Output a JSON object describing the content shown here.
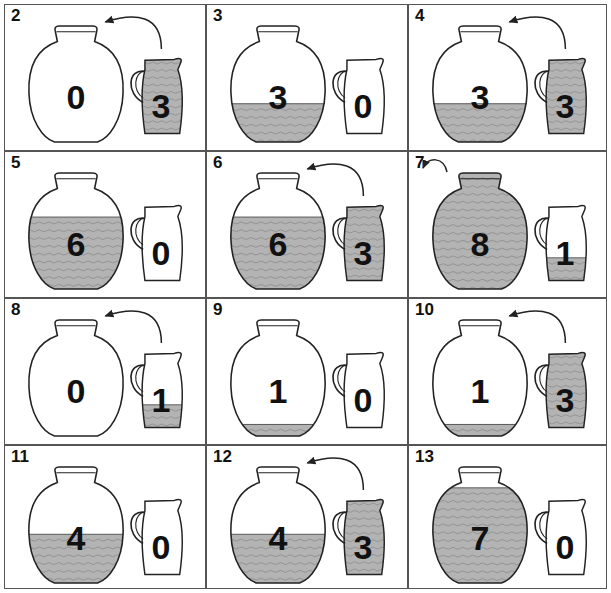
{
  "diagram": {
    "nodes": [
      {
        "text": [
          "2"
        ]
      },
      {
        "text": [
          "0"
        ],
        "in": 0
      },
      {
        "text": [
          "3"
        ],
        "in": 0
      },
      {
        "text": [
          "3"
        ]
      },
      {
        "text": [
          "3"
        ],
        "in": 3
      },
      {
        "text": [
          "0"
        ],
        "in": 3
      },
      {
        "text": [
          "4"
        ]
      },
      {
        "text": [
          "3"
        ],
        "in": 6
      },
      {
        "text": [
          "3"
        ],
        "in": 6
      },
      {
        "text": [
          "5"
        ]
      },
      {
        "text": [
          "6"
        ],
        "in": 9
      },
      {
        "text": [
          "0"
        ],
        "in": 9
      },
      {
        "text": [
          "6"
        ]
      },
      {
        "text": [
          "6"
        ],
        "in": 12
      },
      {
        "text": [
          "3"
        ],
        "in": 12
      },
      {
        "text": [
          "7"
        ]
      },
      {
        "text": [
          "8"
        ],
        "in": 15
      },
      {
        "text": [
          "1"
        ],
        "in": 15
      },
      {
        "text": [
          "8"
        ]
      },
      {
        "text": [
          "0"
        ],
        "in": 18
      },
      {
        "text": [
          "1"
        ],
        "in": 18
      },
      {
        "text": [
          "9"
        ]
      },
      {
        "text": [
          "1"
        ],
        "in": 21
      },
      {
        "text": [
          "0"
        ],
        "in": 21
      },
      {
        "text": [
          "10"
        ]
      },
      {
        "text": [
          "1"
        ],
        "in": 24
      },
      {
        "text": [
          "3"
        ],
        "in": 24
      },
      {
        "text": [
          "11"
        ]
      },
      {
        "text": [
          "4"
        ],
        "in": 27
      },
      {
        "text": [
          "0"
        ],
        "in": 27
      },
      {
        "text": [
          "12"
        ]
      },
      {
        "text": [
          "4"
        ],
        "in": 30
      },
      {
        "text": [
          "3"
        ],
        "in": 30
      },
      {
        "text": [
          "13"
        ]
      },
      {
        "text": [
          "7"
        ],
        "in": 33
      },
      {
        "text": [
          "0"
        ],
        "in": 33
      }
    ],
    "edges": [
      {
        "from": 2,
        "to": 1,
        "arrow": "to"
      },
      {
        "from": 8,
        "to": 7,
        "arrow": "to"
      },
      {
        "from": 14,
        "to": 13,
        "arrow": "to"
      },
      {
        "from": 20,
        "to": 19,
        "arrow": "to"
      },
      {
        "from": 26,
        "to": 25,
        "arrow": "to"
      },
      {
        "from": 32,
        "to": 31,
        "arrow": "to"
      }
    ]
  }
}
